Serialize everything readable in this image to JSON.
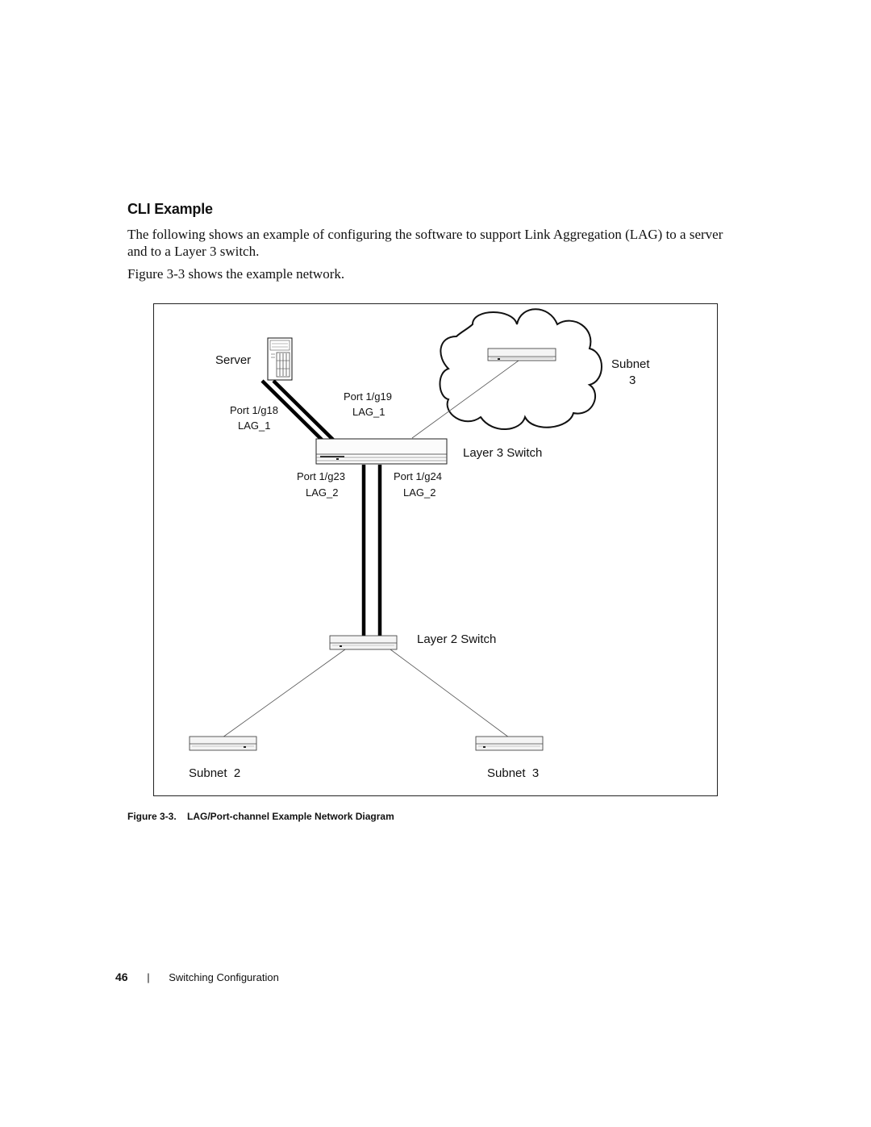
{
  "section": {
    "heading": "CLI Example"
  },
  "body": {
    "paragraph_1": "The following shows an example of configuring the software to support Link Aggregation (LAG) to a server and to a Layer 3 switch.",
    "paragraph_2": "Figure 3-3 shows the example network."
  },
  "diagram": {
    "server_label": "Server",
    "subnet3_top_label_line1": "Subnet",
    "subnet3_top_label_line2": "3",
    "port_g18": "Port 1/g18",
    "lag1_left": "LAG_1",
    "port_g19": "Port 1/g19",
    "lag1_right": "LAG_1",
    "layer3_switch": "Layer 3 Switch",
    "port_g23": "Port 1/g23",
    "lag2_left": "LAG_2",
    "port_g24": "Port 1/g24",
    "lag2_right": "LAG_2",
    "layer2_switch": "Layer 2 Switch",
    "subnet2_label": "Subnet  2",
    "subnet3_bottom_label": "Subnet  3"
  },
  "figure": {
    "caption": "Figure 3-3.    LAG/Port-channel Example Network Diagram"
  },
  "footer": {
    "page_number": "46",
    "separator": "|",
    "section_title": "Switching Configuration"
  }
}
